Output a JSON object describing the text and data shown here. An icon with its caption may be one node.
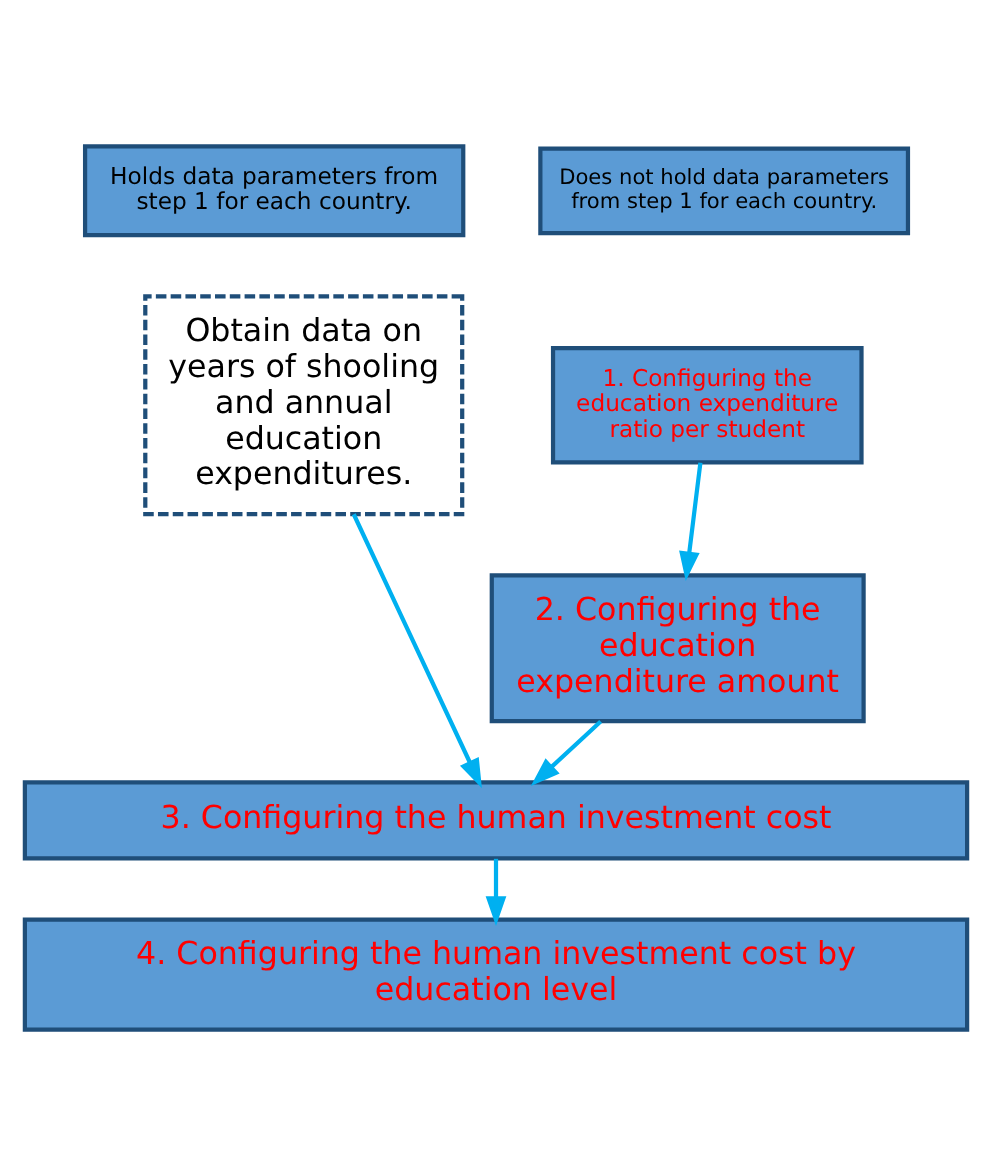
{
  "diagram": {
    "nodes": [
      {
        "text": [
          "Holds data parameters from step 1 for each country."
        ]
      },
      {
        "text": [
          "Does not hold data parameters from step 1 for each country."
        ]
      },
      {
        "text": [
          "Obtain data on years of shooling and annual education expenditures."
        ]
      },
      {
        "text": [
          "1. Configuring the education expenditure ratio per student"
        ]
      },
      {
        "text": [
          "2. Configuring the education expenditure amount"
        ]
      },
      {
        "text": [
          "3. Configuring the human investment cost"
        ]
      },
      {
        "text": [
          "4. Configuring the human investment cost by education level"
        ]
      }
    ],
    "edges": [
      {
        "from": 3,
        "to": 4,
        "arrow": "to"
      },
      {
        "from": 2,
        "to": 5,
        "arrow": "to"
      },
      {
        "from": 4,
        "to": 5,
        "arrow": "to"
      },
      {
        "from": 5,
        "to": 6,
        "arrow": "to"
      }
    ]
  }
}
